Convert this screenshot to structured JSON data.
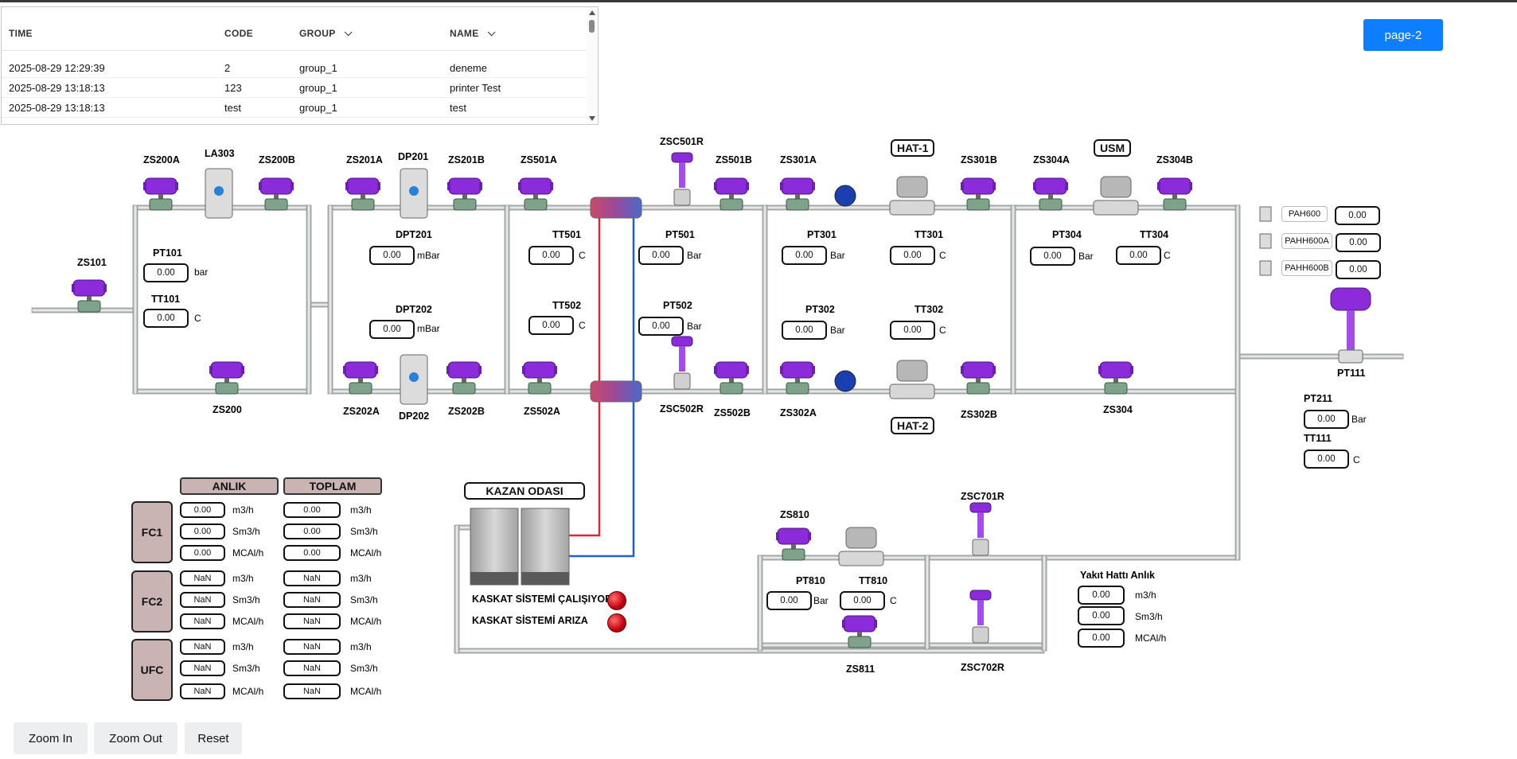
{
  "table": {
    "columns": [
      "TIME",
      "CODE",
      "GROUP",
      "NAME"
    ],
    "rows": [
      {
        "time": "2025-08-29 12:29:39",
        "code": "2",
        "group": "group_1",
        "name": "deneme"
      },
      {
        "time": "2025-08-29 13:18:13",
        "code": "123",
        "group": "group_1",
        "name": "printer Test"
      },
      {
        "time": "2025-08-29 13:18:13",
        "code": "test",
        "group": "group_1",
        "name": "test"
      }
    ]
  },
  "page_button": "page-2",
  "valves": {
    "zs101": "ZS101",
    "zs200a": "ZS200A",
    "la303": "LA303",
    "zs200b": "ZS200B",
    "zs200": "ZS200",
    "zs201a": "ZS201A",
    "dp201": "DP201",
    "zs201b": "ZS201B",
    "zs202a": "ZS202A",
    "dp202": "DP202",
    "zs202b": "ZS202B",
    "zs501a": "ZS501A",
    "zs502a": "ZS502A",
    "zsc501r": "ZSC501R",
    "zsc502r": "ZSC502R",
    "zs501b": "ZS501B",
    "zs502b": "ZS502B",
    "zs301a": "ZS301A",
    "zs302a": "ZS302A",
    "zs301b": "ZS301B",
    "zs302b": "ZS302B",
    "zs304a": "ZS304A",
    "zs304b": "ZS304B",
    "zs304": "ZS304",
    "zs810": "ZS810",
    "zs811": "ZS811",
    "zsc701r": "ZSC701R",
    "zsc702r": "ZSC702R"
  },
  "meters": {
    "hat1": "HAT-1",
    "hat2": "HAT-2",
    "usm": "USM"
  },
  "instruments": {
    "pt101": {
      "label": "PT101",
      "value": "0.00",
      "unit": "bar"
    },
    "tt101": {
      "label": "TT101",
      "value": "0.00",
      "unit": "C"
    },
    "dpt201": {
      "label": "DPT201",
      "value": "0.00",
      "unit": "mBar"
    },
    "dpt202": {
      "label": "DPT202",
      "value": "0.00",
      "unit": "mBar"
    },
    "tt501": {
      "label": "TT501",
      "value": "0.00",
      "unit": "C"
    },
    "tt502": {
      "label": "TT502",
      "value": "0.00",
      "unit": "C"
    },
    "pt501": {
      "label": "PT501",
      "value": "0.00",
      "unit": "Bar"
    },
    "pt502": {
      "label": "PT502",
      "value": "0.00",
      "unit": "Bar"
    },
    "pt301": {
      "label": "PT301",
      "value": "0.00",
      "unit": "Bar"
    },
    "pt302": {
      "label": "PT302",
      "value": "0.00",
      "unit": "Bar"
    },
    "tt301": {
      "label": "TT301",
      "value": "0.00",
      "unit": "C"
    },
    "tt302": {
      "label": "TT302",
      "value": "0.00",
      "unit": "C"
    },
    "pt304": {
      "label": "PT304",
      "value": "0.00",
      "unit": "Bar"
    },
    "tt304": {
      "label": "TT304",
      "value": "0.00",
      "unit": "C"
    },
    "pt211": {
      "label": "PT211",
      "value": "0.00",
      "unit": "Bar"
    },
    "tt111": {
      "label": "TT111",
      "value": "0.00",
      "unit": "C"
    },
    "pt810": {
      "label": "PT810",
      "value": "0.00",
      "unit": "Bar"
    },
    "tt810": {
      "label": "TT810",
      "value": "0.00",
      "unit": "C"
    },
    "pt111": {
      "label": "PT111"
    }
  },
  "alarms": [
    {
      "label": "PAH600",
      "value": "0.00"
    },
    {
      "label": "PAHH600A",
      "value": "0.00"
    },
    {
      "label": "PAHH600B",
      "value": "0.00"
    }
  ],
  "flow_table": {
    "col1": "ANLIK",
    "col2": "TOPLAM",
    "units": [
      "m3/h",
      "Sm3/h",
      "MCAl/h"
    ],
    "rows": [
      {
        "name": "FC1",
        "anlik": [
          "0.00",
          "0.00",
          "0.00"
        ],
        "toplam": [
          "0.00",
          "0.00",
          "0.00"
        ]
      },
      {
        "name": "FC2",
        "anlik": [
          "NaN",
          "NaN",
          "NaN"
        ],
        "toplam": [
          "NaN",
          "NaN",
          "NaN"
        ]
      },
      {
        "name": "UFC",
        "anlik": [
          "NaN",
          "NaN",
          "NaN"
        ],
        "toplam": [
          "NaN",
          "NaN",
          "NaN"
        ]
      }
    ]
  },
  "boiler": {
    "title": "KAZAN ODASI",
    "status_running": "KASKAT SİSTEMİ ÇALIŞIYOR",
    "status_fault": "KASKAT SİSTEMİ ARIZA",
    "lamp_color": "#d0021b"
  },
  "fuel_line": {
    "title": "Yakıt Hattı Anlık",
    "values": [
      "0.00",
      "0.00",
      "0.00"
    ],
    "units": [
      "m3/h",
      "Sm3/h",
      "MCAl/h"
    ]
  },
  "zoom": {
    "in": "Zoom In",
    "out": "Zoom Out",
    "reset": "Reset"
  },
  "colors": {
    "valve_actuator": "#8b2bd9",
    "pipe": "#b8bcbc",
    "hot_line": "#e0262e",
    "cold_line": "#2060c8",
    "accent": "#0d7eff"
  }
}
